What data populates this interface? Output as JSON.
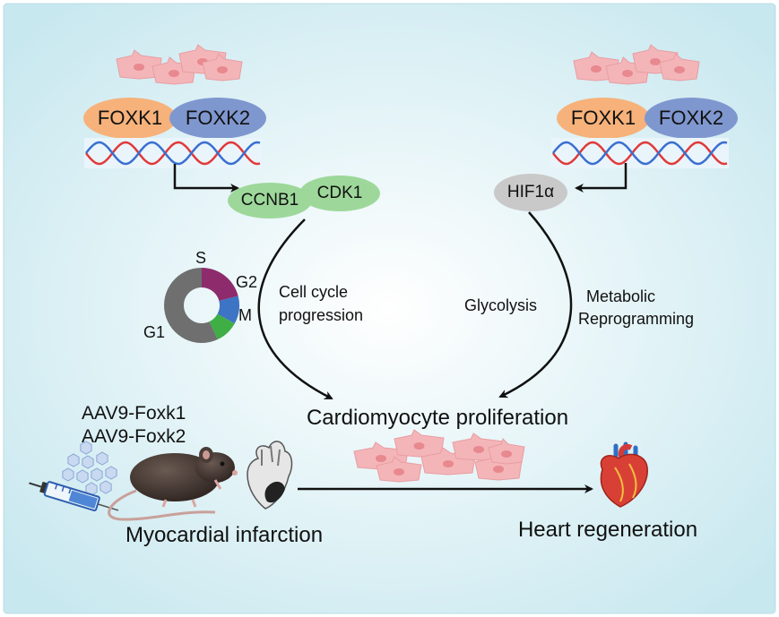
{
  "left_module": {
    "tf1": "FOXK1",
    "tf2": "FOXK2",
    "target1": "CCNB1",
    "target2": "CDK1",
    "process_line1": "Cell cycle",
    "process_line2": "progression"
  },
  "right_module": {
    "tf1": "FOXK1",
    "tf2": "FOXK2",
    "target": "HIF1α",
    "process": "Glycolysis",
    "process2_line1": "Metabolic",
    "process2_line2": "Reprogramming"
  },
  "cell_cycle": {
    "phases": [
      {
        "label": "S",
        "fraction": 0.21,
        "color": "#8e2b6d"
      },
      {
        "label": "G2",
        "fraction": 0.12,
        "color": "#3d74c4"
      },
      {
        "label": "M",
        "fraction": 0.1,
        "color": "#3fae45"
      },
      {
        "label": "G1",
        "fraction": 0.57,
        "color": "#6f6f6f"
      }
    ]
  },
  "outcome": "Cardiomyocyte proliferation",
  "treatment_line1": "AAV9-Foxk1",
  "treatment_line2": "AAV9-Foxk2",
  "model": "Myocardial infarction",
  "result": "Heart regeneration",
  "colors": {
    "background": "#d6eef3",
    "foxk1": "#f6b27a",
    "foxk2": "#7f97cf",
    "targets": "#9dd89a",
    "hif": "#c9c9c9",
    "cells": "#f4b5b8",
    "dna_red": "#e03a3a",
    "dna_blue": "#3a6fd0"
  }
}
